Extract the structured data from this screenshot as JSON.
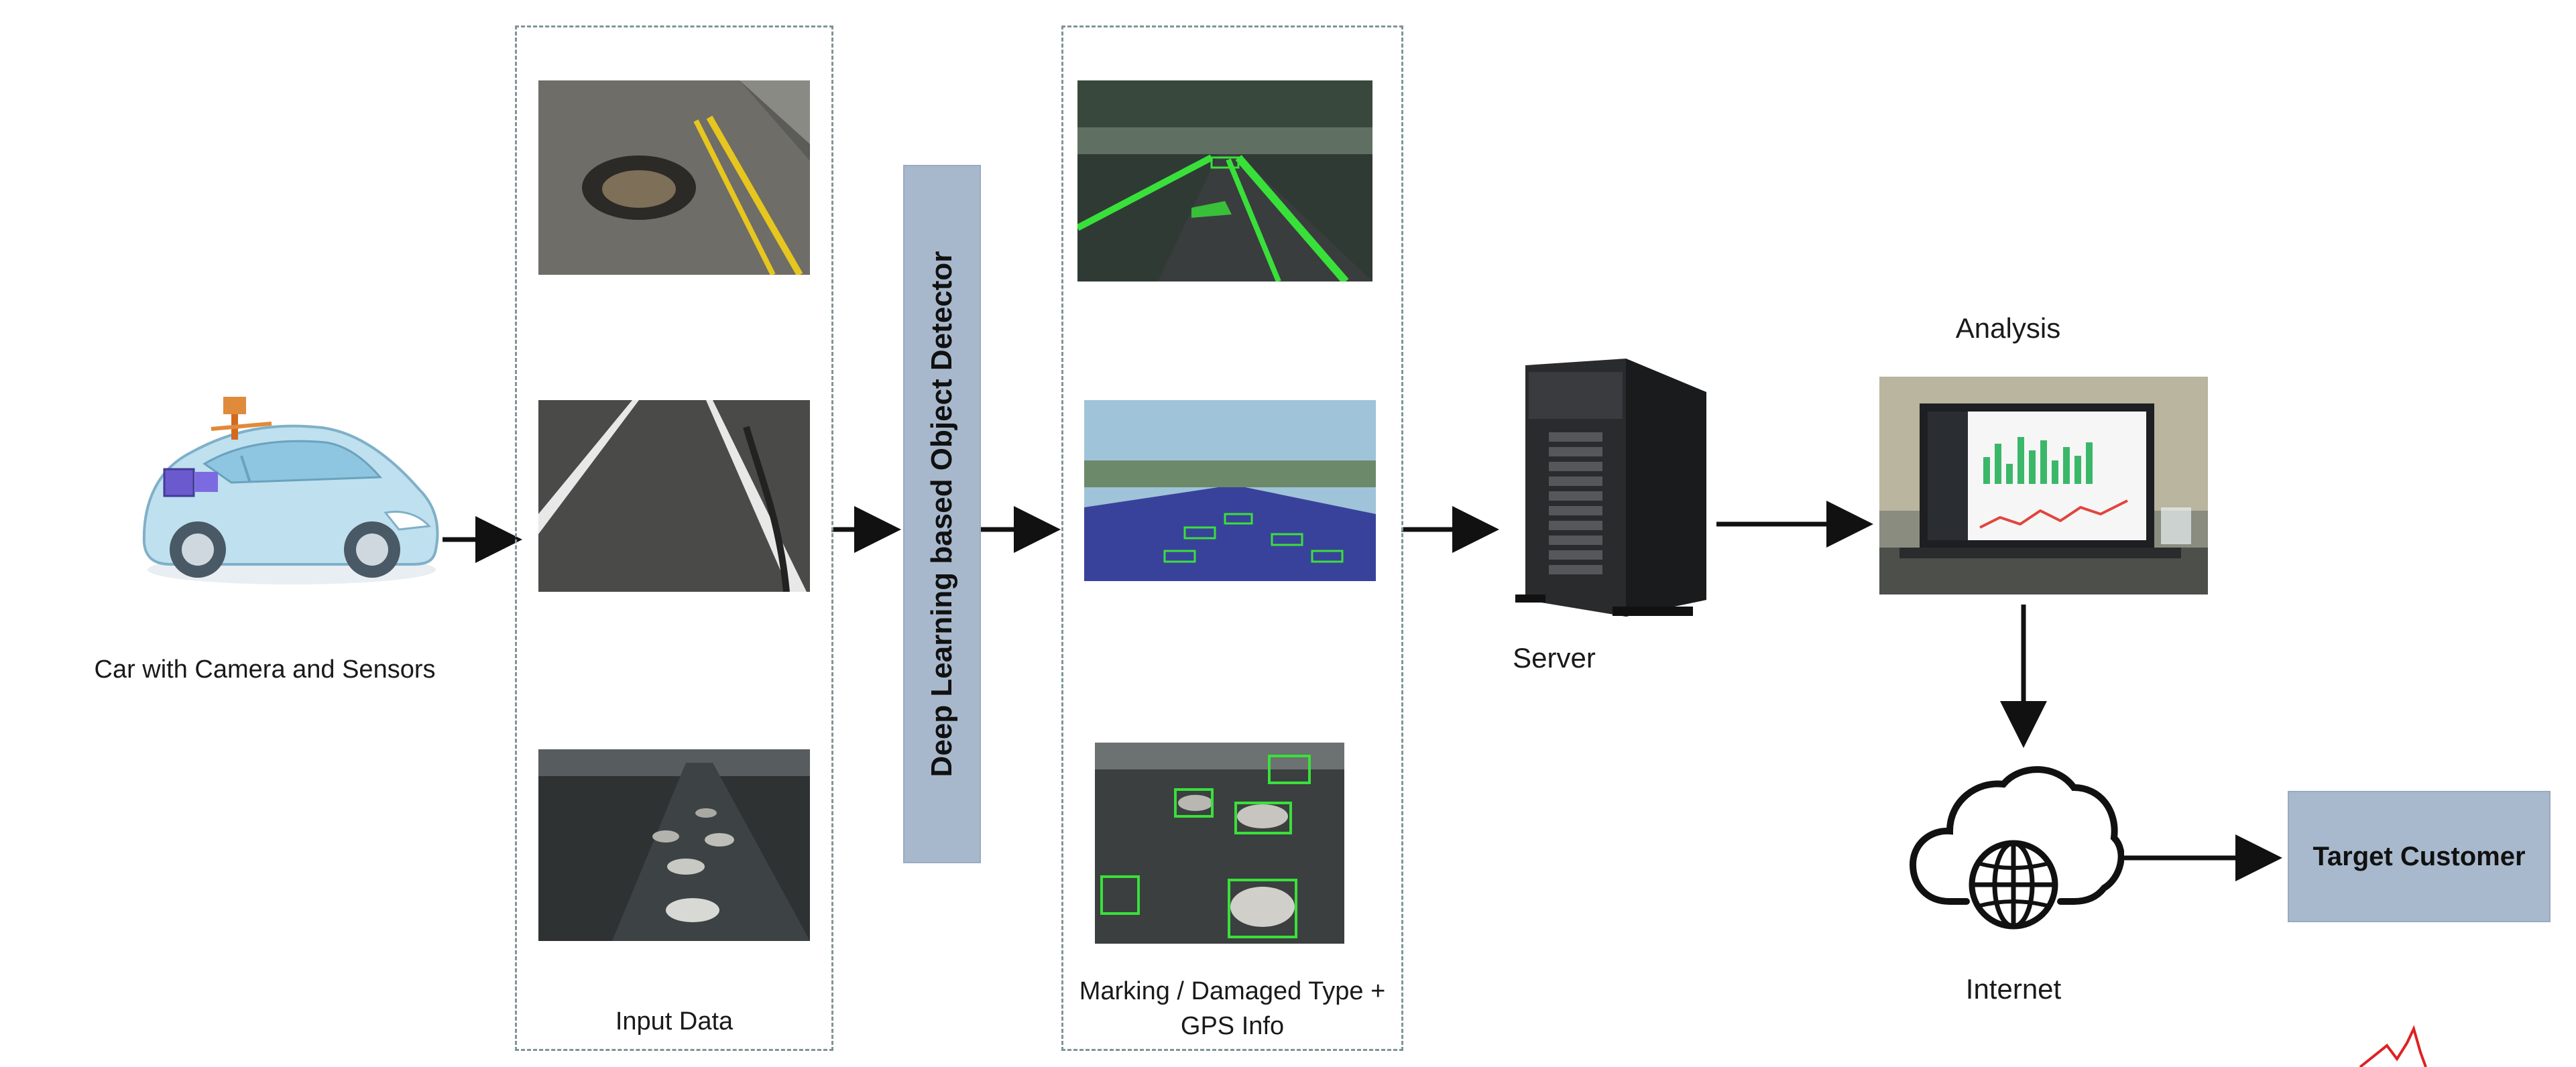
{
  "nodes": {
    "car_label": "Car with Camera and Sensors",
    "input_label": "Input Data",
    "detector_label": "Deep Learning based Object Detector",
    "output_label_line1": "Marking / Damaged Type +",
    "output_label_line2": "GPS Info",
    "server_label": "Server",
    "analysis_label": "Analysis",
    "internet_label": "Internet",
    "target_label": "Target Customer"
  },
  "icons": {
    "car": "car-with-sensors-icon",
    "server": "server-tower-icon",
    "analysis": "laptop-dashboard-icon",
    "internet": "cloud-globe-icon"
  },
  "colors": {
    "box_fill": "#a8b8cc",
    "dashed_border": "#7f9597",
    "arrow": "#111111",
    "detection_green": "#39e03a"
  }
}
